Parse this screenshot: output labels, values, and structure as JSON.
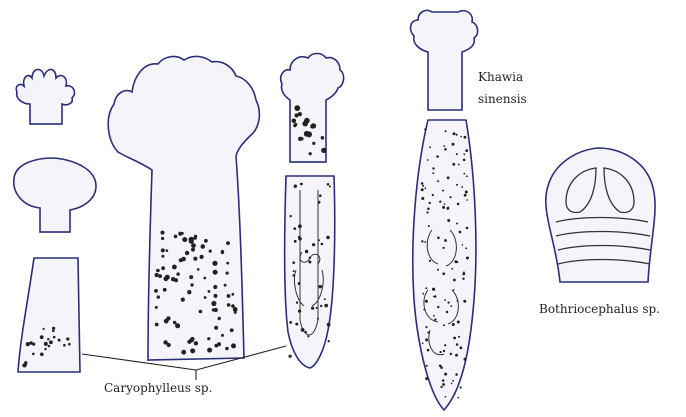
{
  "labels": {
    "khawia_line1": "Khawia",
    "khawia_line2": "sinensis",
    "bothriocephalus": "Bothriocephalus sp.",
    "caryophylleus": "Caryophylleus sp."
  },
  "colors": {
    "fill": "#f4f4fa",
    "outline": "#2a2f7a",
    "stroke": "#333333",
    "dots": "#222222"
  }
}
